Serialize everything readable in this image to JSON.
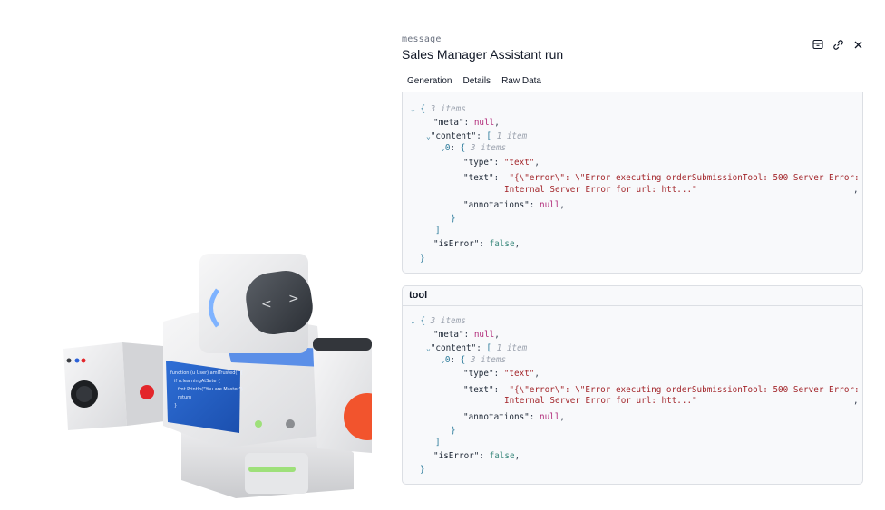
{
  "header": {
    "type_label": "message",
    "title": "Sales Manager Assistant run",
    "actions": [
      "save-icon",
      "link-icon",
      "close-icon"
    ]
  },
  "tabs": [
    {
      "label": "Generation",
      "active": true
    },
    {
      "label": "Details",
      "active": false
    },
    {
      "label": "Raw Data",
      "active": false
    }
  ],
  "cards": {
    "tool_title": "tool"
  },
  "json_view": {
    "root_open": "{",
    "root_meta": "3 items",
    "meta_key": "\"meta\"",
    "meta_val": "null",
    "content_key": "\"content\"",
    "content_open": "[",
    "content_meta": "1 item",
    "item_key": "0",
    "item_open": "{",
    "item_meta": "3 items",
    "type_key": "\"type\"",
    "type_val": "\"text\"",
    "text_key": "\"text\"",
    "text_val_1": "\"{\\\"error\\\": \\\"Error executing orderSubmissionTool: 500 Server Error:",
    "text_val_2": "Internal Server Error for url: htt...\"",
    "annotations_key": "\"annotations\"",
    "annotations_val": "null",
    "item_close": "}",
    "content_close": "]",
    "isError_key": "\"isError\"",
    "isError_val": "false",
    "root_close": "}",
    "colon": ":",
    "comma": ","
  },
  "colors": {
    "string": "#a3262b",
    "null": "#b12a79",
    "boolean": "#3d8a7e",
    "bracket": "#2a7a9a",
    "card_bg": "#f8f9fb",
    "card_border": "#dcdfe4"
  }
}
